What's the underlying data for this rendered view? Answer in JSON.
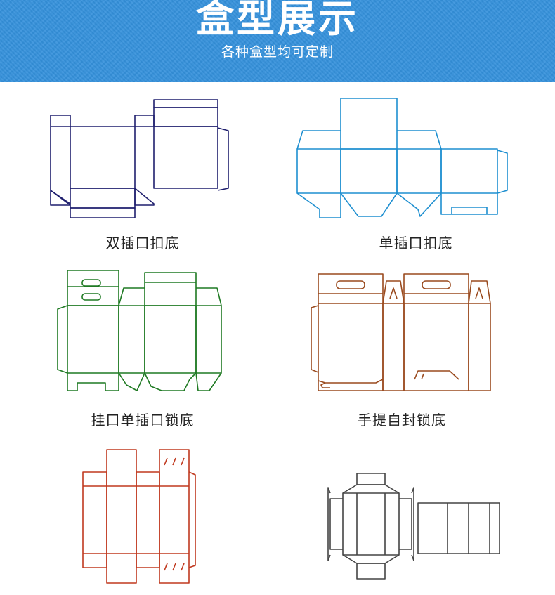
{
  "header": {
    "title": "盒型展示",
    "subtitle": "各种盒型均可定制"
  },
  "boxes": [
    {
      "label": "双插口扣底",
      "color": "#1f1f6e",
      "icon": "double-tuck-box-dieline"
    },
    {
      "label": "单插口扣底",
      "color": "#1e8fd0",
      "icon": "single-tuck-box-dieline"
    },
    {
      "label": "挂口单插口锁底",
      "color": "#1f7a23",
      "icon": "hanger-lock-bottom-box-dieline"
    },
    {
      "label": "手提自封锁底",
      "color": "#9a4a1e",
      "icon": "handle-lock-bottom-box-dieline"
    },
    {
      "label": "",
      "color": "#c0391f",
      "icon": "sleeve-box-dieline"
    },
    {
      "label": "",
      "color": "#444444",
      "icon": "tray-and-lid-box-dieline"
    }
  ]
}
